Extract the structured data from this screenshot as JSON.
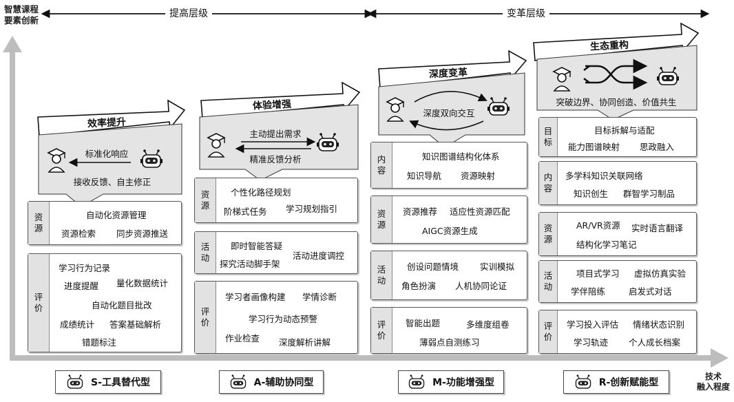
{
  "axes": {
    "y_title_line1": "智慧课程",
    "y_title_line2": "要素创新",
    "x_title_line1": "技术",
    "x_title_line2": "融入程度"
  },
  "levels": {
    "left": "提高层级",
    "right": "变革层级"
  },
  "stages": [
    {
      "banner": "效率提升",
      "callout": {
        "top_text": "标准化响应",
        "bottom_text": "接收反馈、自主修正"
      },
      "rows": [
        {
          "label": "资\n源",
          "items": [
            "自动化资源管理",
            "资源检索",
            "同步资源推送"
          ]
        },
        {
          "label": "评\n价",
          "items": [
            "学习行为记录",
            "进度提醒",
            "量化数据统计",
            "自动化题目批改",
            "成绩统计",
            "答案基础解析",
            "错题标注"
          ]
        }
      ],
      "legend": "S-工具替代型"
    },
    {
      "banner": "体验增强",
      "callout": {
        "top_text": "主动提出需求",
        "bottom_text": "精准反馈分析"
      },
      "rows": [
        {
          "label": "资\n源",
          "items": [
            "个性化路径规划",
            "阶梯式任务",
            "学习规划指引"
          ]
        },
        {
          "label": "活\n动",
          "items": [
            "即时智能答疑",
            "活动进度调控",
            "探究活动脚手架"
          ]
        },
        {
          "label": "评\n价",
          "items": [
            "学习者画像构建",
            "学情诊断",
            "学习行为动态预警",
            "作业检查",
            "深度解析讲解"
          ]
        }
      ],
      "legend": "A-辅助协同型"
    },
    {
      "banner": "深度变革",
      "callout": {
        "top_text": "深度双向交互"
      },
      "rows": [
        {
          "label": "内\n容",
          "items": [
            "知识图谱结构化体系",
            "知识导航",
            "资源映射"
          ]
        },
        {
          "label": "资\n源",
          "items": [
            "资源推荐",
            "适应性资源匹配",
            "AIGC资源生成"
          ]
        },
        {
          "label": "活\n动",
          "items": [
            "创设问题情境",
            "实训模拟",
            "角色扮演",
            "人机协同论证"
          ]
        },
        {
          "label": "评\n价",
          "items": [
            "智能出题",
            "多维度组卷",
            "薄弱点自测练习"
          ]
        }
      ],
      "legend": "M-功能增强型"
    },
    {
      "banner": "生态重构",
      "callout": {
        "top_text": "突破边界、协同创造、价值共生"
      },
      "rows": [
        {
          "label": "目\n标",
          "items": [
            "目标拆解与适配",
            "能力图谱映射",
            "思政融入"
          ]
        },
        {
          "label": "内\n容",
          "items": [
            "多学科知识关联网络",
            "知识创生",
            "群智学习制品"
          ]
        },
        {
          "label": "资\n源",
          "items": [
            "AR/VR资源",
            "实时语言翻译",
            "结构化学习笔记"
          ]
        },
        {
          "label": "活\n动",
          "items": [
            "项目式学习",
            "虚拟仿真实验",
            "学伴陪练",
            "启发式对话"
          ]
        },
        {
          "label": "评\n价",
          "items": [
            "学习投入评估",
            "情绪状态识别",
            "学习轨迹",
            "个人成长档案"
          ]
        }
      ],
      "legend": "R-创新赋能型"
    }
  ],
  "icons": [
    "student-icon",
    "robot-icon",
    "double-arrow-icon",
    "exchange-arrows-icon"
  ]
}
